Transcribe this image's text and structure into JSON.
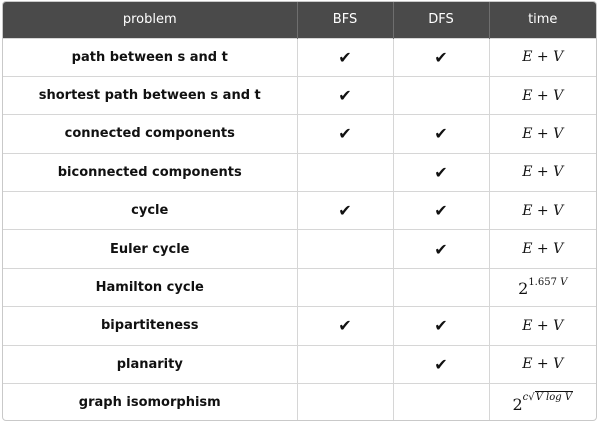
{
  "headers": {
    "problem": "problem",
    "bfs": "BFS",
    "dfs": "DFS",
    "time": "time"
  },
  "check_symbol": "✔",
  "rows": [
    {
      "problem": "path between s and t",
      "bfs": "✔",
      "dfs": "✔",
      "time": "E + V"
    },
    {
      "problem": "shortest path between s and t",
      "bfs": "✔",
      "dfs": "",
      "time": "E + V"
    },
    {
      "problem": "connected components",
      "bfs": "✔",
      "dfs": "✔",
      "time": "E + V"
    },
    {
      "problem": "biconnected components",
      "bfs": "",
      "dfs": "✔",
      "time": "E + V"
    },
    {
      "problem": "cycle",
      "bfs": "✔",
      "dfs": "✔",
      "time": "E + V"
    },
    {
      "problem": "Euler cycle",
      "bfs": "",
      "dfs": "✔",
      "time": "E + V"
    },
    {
      "problem": "Hamilton cycle",
      "bfs": "",
      "dfs": "",
      "time_base": "2",
      "time_exp_num": "1.657",
      "time_exp_var": "V"
    },
    {
      "problem": "bipartiteness",
      "bfs": "✔",
      "dfs": "✔",
      "time": "E + V"
    },
    {
      "problem": "planarity",
      "bfs": "",
      "dfs": "✔",
      "time": "E + V"
    },
    {
      "problem": "graph isomorphism",
      "bfs": "",
      "dfs": "",
      "time_base": "2",
      "time_exp_c": "c",
      "time_exp_radicand": "V log V"
    }
  ]
}
